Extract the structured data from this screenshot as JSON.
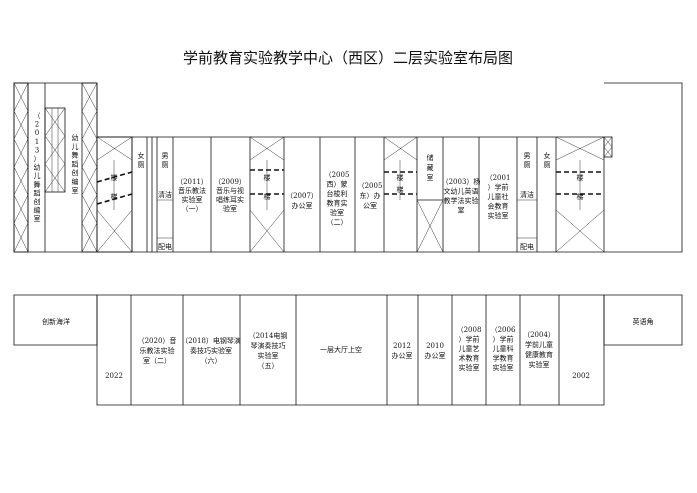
{
  "title": "学前教育实验教学中心（西区）二层实验室布局图",
  "upper_rooms": {
    "r2013": "（2013）幼儿舞蹈创编室",
    "dance_creative": "幼儿舞蹈创编室",
    "female_toilet_left": "女厕",
    "male_toilet_left": "男厕",
    "cleaning_left": "清洁",
    "electrical_left": "配电",
    "r2011": [
      "（2011）",
      "音乐教法",
      "实验室",
      "（一）"
    ],
    "r2009": [
      "（2009）",
      "音乐与视",
      "唱练耳实",
      "验室"
    ],
    "r2007": [
      "（2007）",
      "办公室"
    ],
    "r2005w": [
      "（2005",
      "西）蒙",
      "台梭利",
      "教育实",
      "验室",
      "（二）"
    ],
    "r2005e": [
      "（2005",
      "东）办",
      "公室"
    ],
    "storage": [
      "储",
      "藏",
      "室"
    ],
    "r2003": [
      "（2003）杨",
      "文幼儿英语",
      "教学法实验",
      "室"
    ],
    "r2001": [
      "（2001",
      "）学前",
      "儿童社",
      "会教育",
      "实验室"
    ],
    "male_toilet_right": "男厕",
    "female_toilet_right": "女厕",
    "cleaning_right": "清洁",
    "electrical_right": "配电",
    "stairs_top": "楼",
    "stairs_bottom": "梯"
  },
  "lower_rooms": {
    "innovation_sea": "创新海洋",
    "r2022": "2022",
    "r2020": [
      "（2020）音",
      "乐教法实验",
      "室（二）"
    ],
    "r2018": [
      "（2018）电钢琴演",
      "奏技巧实验室",
      "（六）"
    ],
    "r2014": [
      "（2014电钢",
      "琴演奏技巧",
      "实验室",
      "（五）"
    ],
    "lobby": "一层大厅上空",
    "r2012": [
      "2012",
      "办公室"
    ],
    "r2010": [
      "2010",
      "办公室"
    ],
    "r2008": [
      "（2008",
      "）学前",
      "儿童艺",
      "术教育",
      "实验室"
    ],
    "r2006": [
      "（2006",
      "）学前",
      "儿童科",
      "学教育",
      "实验室"
    ],
    "r2004": [
      "（2004）",
      "学前儿童",
      "健康教育",
      "实验室"
    ],
    "r2002": "2002",
    "english_corner": "英语角"
  }
}
